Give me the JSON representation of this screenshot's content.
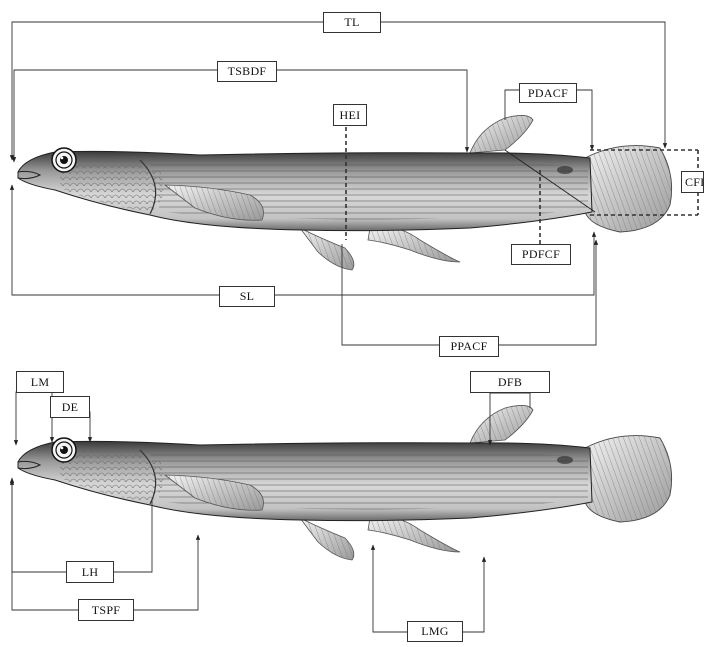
{
  "figure": {
    "top_fish": {
      "labels": {
        "tl": "TL",
        "tsbdf": "TSBDF",
        "hei": "HEI",
        "pdacf": "PDACF",
        "cfl": "CFL",
        "pdfcf": "PDFCF",
        "sl": "SL",
        "ppacf": "PPACF"
      }
    },
    "bottom_fish": {
      "labels": {
        "lm": "LM",
        "de": "DE",
        "dfb": "DFB",
        "lh": "LH",
        "tspf": "TSPF",
        "lmg": "LMG"
      }
    }
  }
}
